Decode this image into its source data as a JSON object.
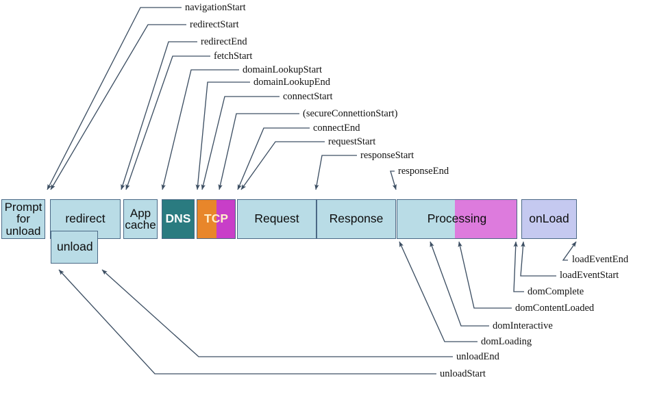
{
  "diagram": {
    "title": "Navigation Timing processing model",
    "colors": {
      "box_fill": "#b9dce6",
      "box_border": "#4a6885",
      "dns_fill": "#2a7b80",
      "tcp_fill": "#e8862a",
      "tcp_secure_fill": "#c83ec8",
      "processing_fill": "#b9dce6",
      "processing_late_fill": "#dd7bdd",
      "onload_fill": "#c5c9f0",
      "wire": "#3d4f63",
      "label_text": "#111111",
      "background": "#ffffff"
    },
    "phases": [
      {
        "id": "prompt-for-unload",
        "label": "Prompt\nfor\nunload",
        "line1": "Prompt",
        "line2": "for",
        "line3": "unload"
      },
      {
        "id": "redirect",
        "label": "redirect"
      },
      {
        "id": "unload",
        "label": "unload"
      },
      {
        "id": "app-cache",
        "label": "App\ncache",
        "line1": "App",
        "line2": "cache"
      },
      {
        "id": "dns",
        "label": "DNS"
      },
      {
        "id": "tcp",
        "label": "TCP"
      },
      {
        "id": "request",
        "label": "Request"
      },
      {
        "id": "response",
        "label": "Response"
      },
      {
        "id": "processing",
        "label": "Processing"
      },
      {
        "id": "onload",
        "label": "onLoad"
      }
    ],
    "top_marks": [
      {
        "id": "navigationStart",
        "label": "navigationStart"
      },
      {
        "id": "redirectStart",
        "label": "redirectStart"
      },
      {
        "id": "redirectEnd",
        "label": "redirectEnd"
      },
      {
        "id": "fetchStart",
        "label": "fetchStart"
      },
      {
        "id": "domainLookupStart",
        "label": "domainLookupStart"
      },
      {
        "id": "domainLookupEnd",
        "label": "domainLookupEnd"
      },
      {
        "id": "connectStart",
        "label": "connectStart"
      },
      {
        "id": "secureConnectionStart",
        "label": "(secureConnettionStart)"
      },
      {
        "id": "connectEnd",
        "label": "connectEnd"
      },
      {
        "id": "requestStart",
        "label": "requestStart"
      },
      {
        "id": "responseStart",
        "label": "responseStart"
      },
      {
        "id": "responseEnd",
        "label": "responseEnd"
      }
    ],
    "bottom_marks": [
      {
        "id": "loadEventEnd",
        "label": "loadEventEnd"
      },
      {
        "id": "loadEventStart",
        "label": "loadEventStart"
      },
      {
        "id": "domComplete",
        "label": "domComplete"
      },
      {
        "id": "domContentLoaded",
        "label": "domContentLoaded"
      },
      {
        "id": "domInteractive",
        "label": "domInteractive"
      },
      {
        "id": "domLoading",
        "label": "domLoading"
      },
      {
        "id": "unloadEnd",
        "label": "unloadEnd"
      },
      {
        "id": "unloadStart",
        "label": "unloadStart"
      }
    ]
  }
}
